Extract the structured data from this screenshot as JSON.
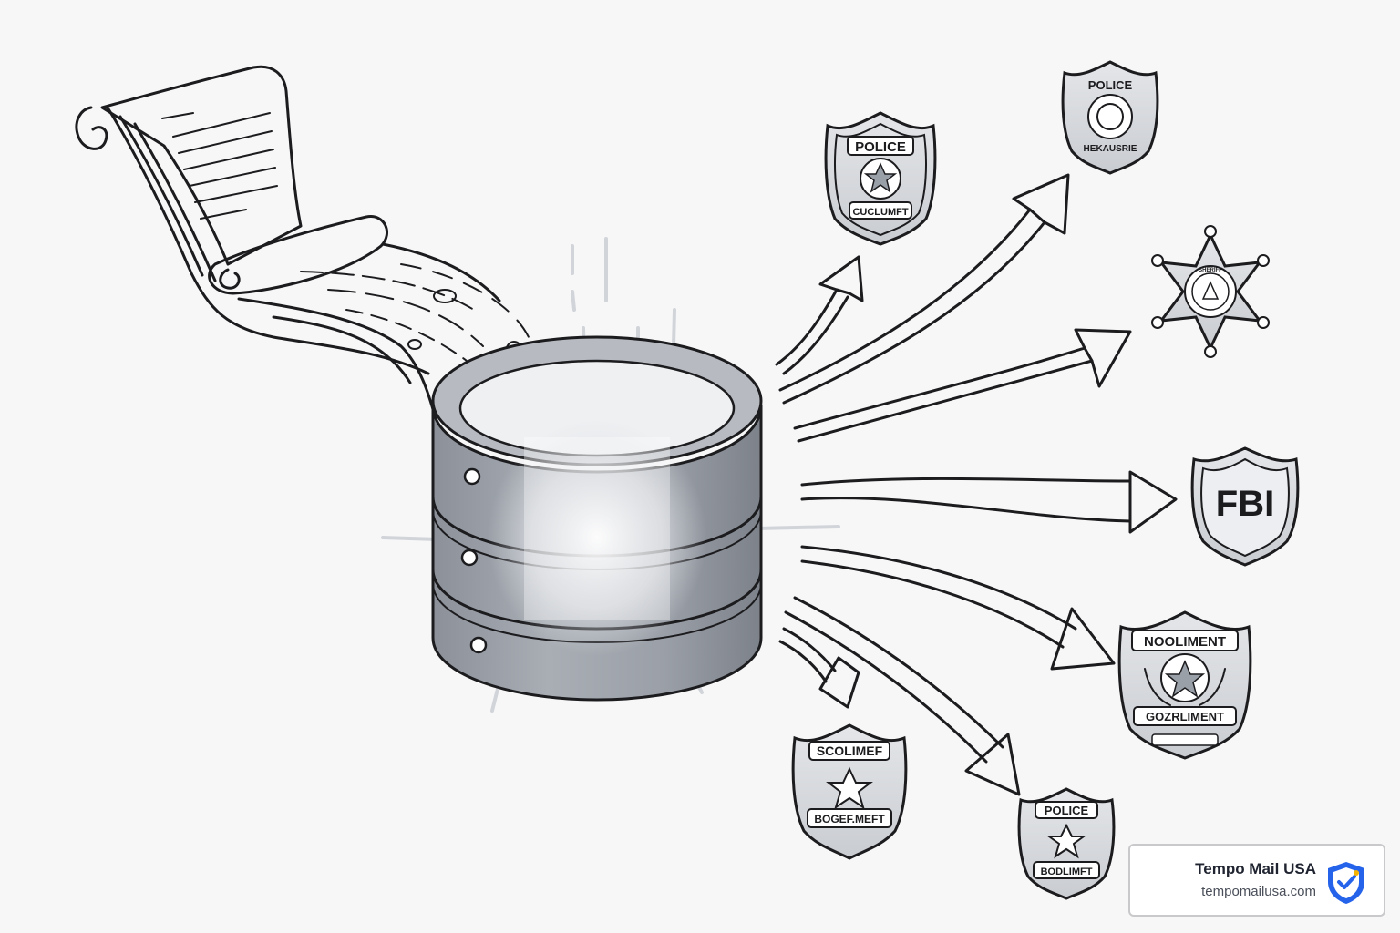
{
  "badges": {
    "police_top_left": {
      "top": "POLICE",
      "bottom": "CUCLUMFT"
    },
    "police_top_right": {
      "top": "POLICE",
      "bottom": "HEKAUSRIE"
    },
    "sheriff_star": {
      "ring": "SHERIFF"
    },
    "fbi": {
      "label": "FBI"
    },
    "department_large": {
      "top": "NOOLIMENT",
      "bottom": "GOZRLIMENT"
    },
    "bottom_left": {
      "top": "SCOLIMEF",
      "bottom": "BOGEF.MEFT"
    },
    "bottom_center": {
      "top": "POLICE",
      "bottom": "BODLIMFT"
    }
  },
  "brand": {
    "name": "Tempo Mail USA",
    "url": "tempomailusa.com",
    "accent_color": "#2563eb"
  },
  "colors": {
    "ink": "#1c1c1f",
    "metal": "#9aa0a8",
    "metal_dark": "#7c828b",
    "background": "#f7f7f8"
  }
}
